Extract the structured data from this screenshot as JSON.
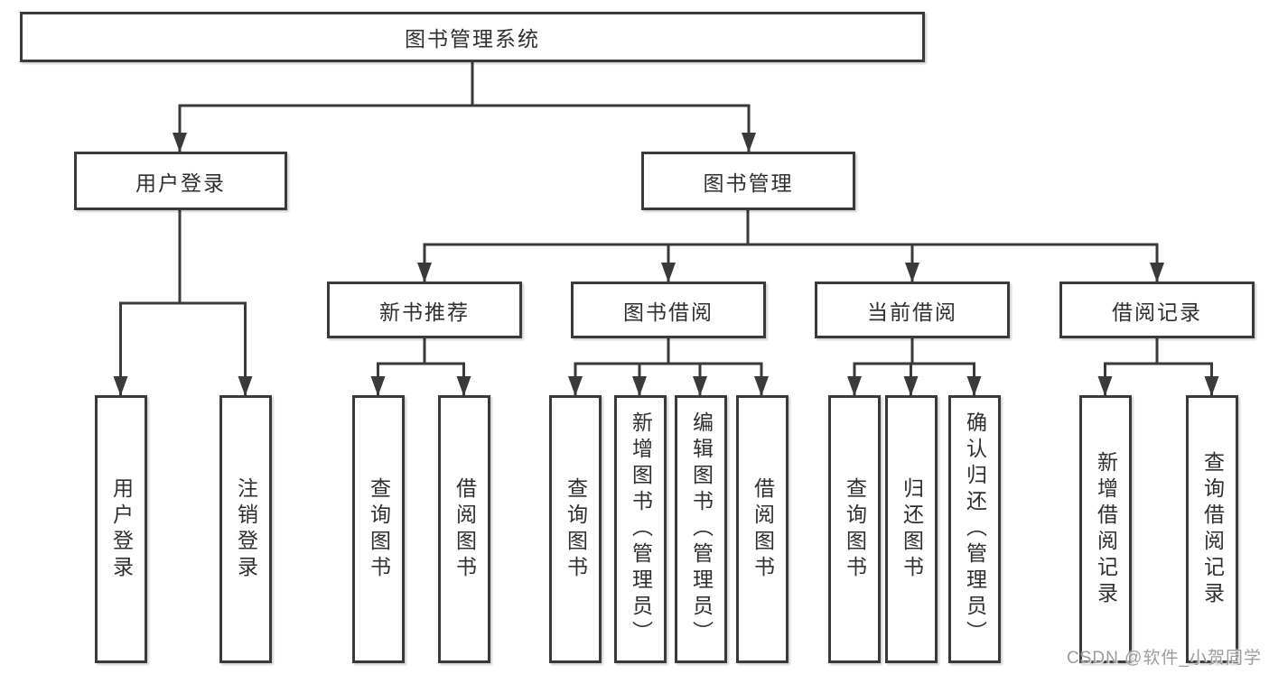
{
  "diagram_title": "图书管理系统",
  "tree": {
    "root": {
      "label": "图书管理系统"
    },
    "branches": [
      {
        "label": "用户登录",
        "children": [
          {
            "label": "用户登录"
          },
          {
            "label": "注销登录"
          }
        ]
      },
      {
        "label": "图书管理",
        "children": [
          {
            "label": "新书推荐",
            "children": [
              {
                "label": "查询图书"
              },
              {
                "label": "借阅图书"
              }
            ]
          },
          {
            "label": "图书借阅",
            "children": [
              {
                "label": "查询图书"
              },
              {
                "label": "新增图书（管理员）"
              },
              {
                "label": "编辑图书（管理员）"
              },
              {
                "label": "借阅图书"
              }
            ]
          },
          {
            "label": "当前借阅",
            "children": [
              {
                "label": "查询图书"
              },
              {
                "label": "归还图书"
              },
              {
                "label": "确认归还（管理员）"
              }
            ]
          },
          {
            "label": "借阅记录",
            "children": [
              {
                "label": "新增借阅记录"
              },
              {
                "label": "查询借阅记录"
              }
            ]
          }
        ]
      }
    ]
  },
  "watermark": {
    "text": "CSDN @软件_小贺同学"
  },
  "colors": {
    "line": "#3a3a3a",
    "text": "#2f2f2f",
    "background": "#ffffff",
    "watermark_text": "#9c9c9c"
  }
}
